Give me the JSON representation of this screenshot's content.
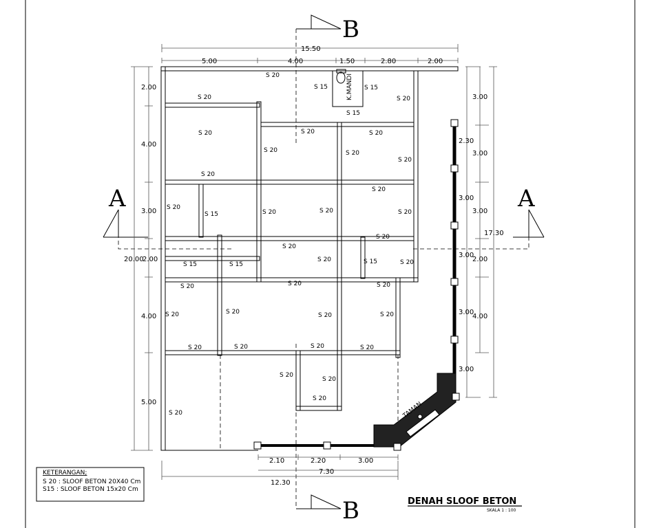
{
  "title": "DENAH SLOOF BETON",
  "scale": "SKALA 1 : 100",
  "legend": {
    "heading": "KETERANGAN;",
    "items": [
      "S 20 : SLOOF BETON 20X40 Cm",
      "S15  : SLOOF BETON 15x20 Cm"
    ]
  },
  "section_marks": {
    "a": "A",
    "b": "B"
  },
  "room_labels": {
    "bathroom": "K.MANDI",
    "garden": "TAMAN"
  },
  "dims": {
    "top_total": "15.50",
    "top": [
      "5.00",
      "4.00",
      "1.50",
      "2.80",
      "2.00"
    ],
    "left_total": "20.00",
    "left": [
      "2.00",
      "4.00",
      "3.00",
      "2.00",
      "4.00",
      "5.00"
    ],
    "right_outer": "17.30",
    "right_mid": [
      "3.00",
      "3.00",
      "3.00",
      "2.00",
      "4.00"
    ],
    "right_inner": [
      "2.30",
      "3.00",
      "3.00",
      "3.00",
      "3.00"
    ],
    "bottom": [
      "2.10",
      "2.20",
      "3.00"
    ],
    "bottom_mid": "7.30",
    "bottom_total": "12.30"
  },
  "beams": [
    "S 20",
    "S 15",
    "S 15",
    "S 20",
    "S 20",
    "S 15",
    "S 20",
    "S 20",
    "S 20",
    "S 20",
    "S 20",
    "S 20",
    "S 20",
    "S 20",
    "S 20",
    "S 15",
    "S 20",
    "S 20",
    "S 20",
    "S 20",
    "S 20",
    "S 20",
    "S 15",
    "S 20",
    "S 15",
    "S 15",
    "S 20",
    "S 20",
    "S 20",
    "S 20",
    "S 20",
    "S 20",
    "S 20",
    "S 20",
    "S 20",
    "S 20",
    "S 20",
    "S 20",
    "S 20",
    "S 20",
    "S 20"
  ]
}
